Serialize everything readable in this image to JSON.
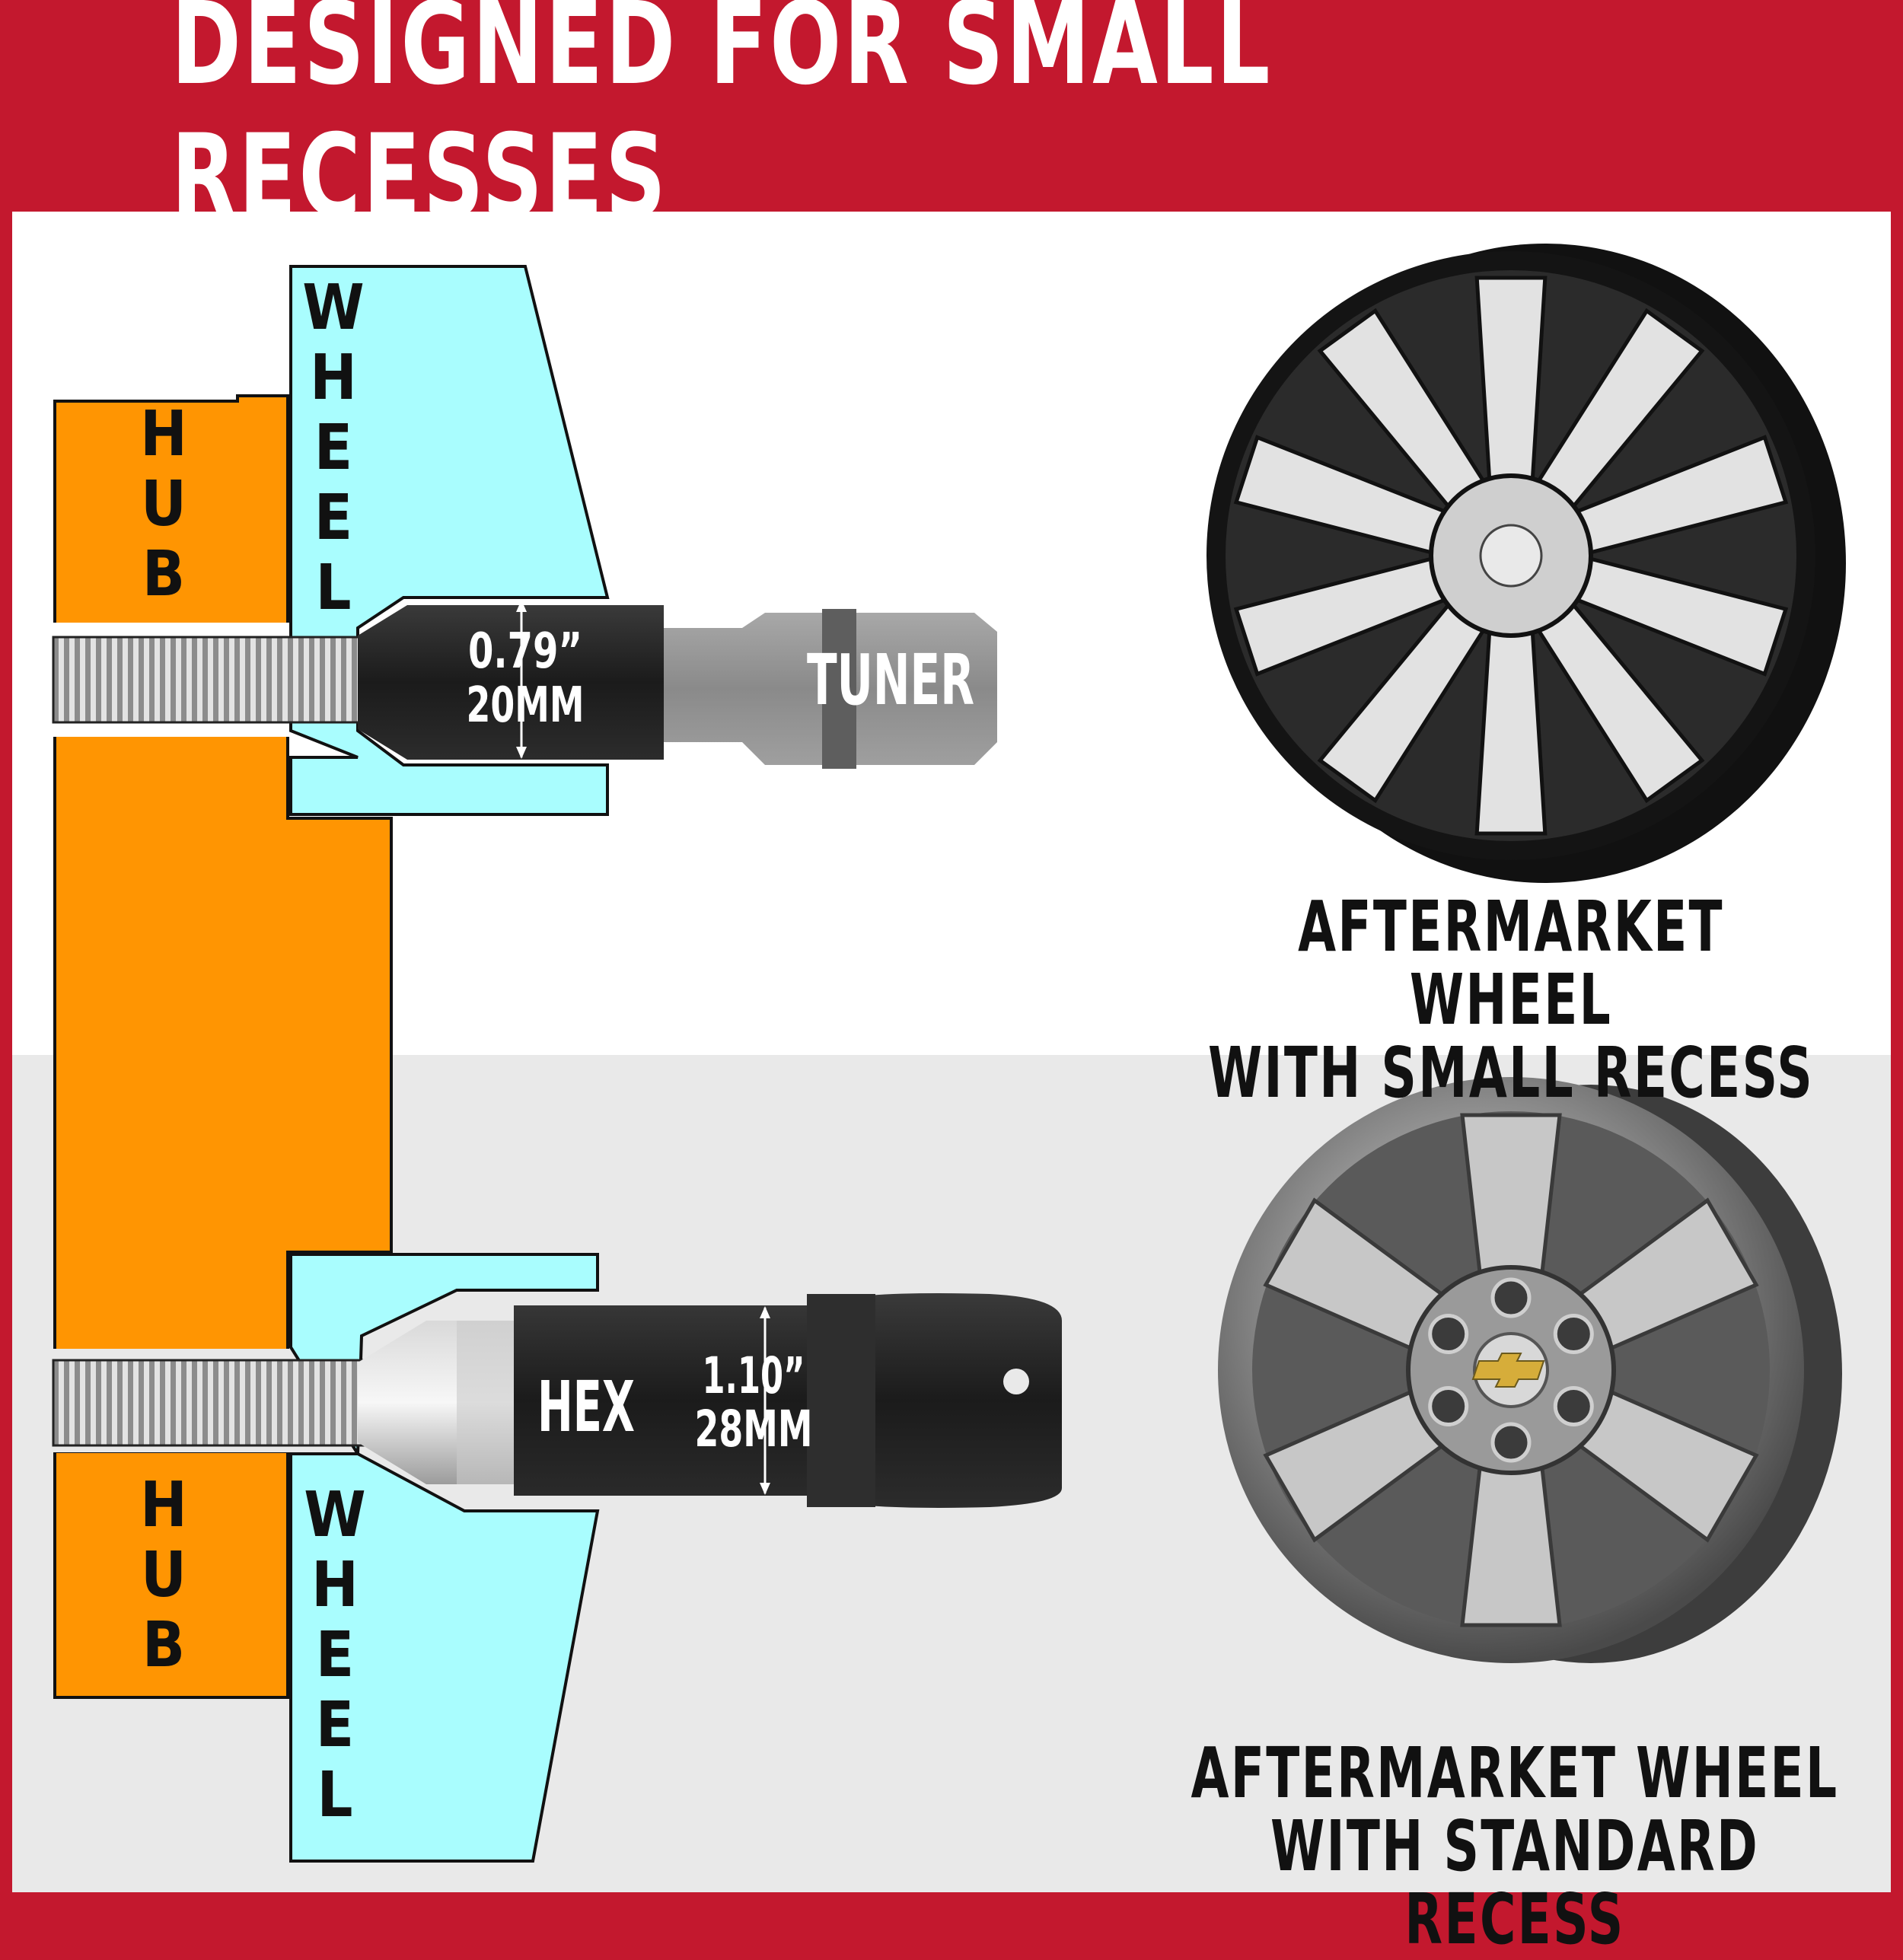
{
  "banner": {
    "title": "DESIGNED FOR SMALL RECESSES"
  },
  "top_diagram": {
    "hub_label": "HUB",
    "wheel_label": "WHEEL",
    "tool_label": "TUNER",
    "size_inch": "0.79”",
    "size_mm": "20MM"
  },
  "bottom_diagram": {
    "hub_label": "HUB",
    "wheel_label": "WHEEL",
    "tool_label": "HEX",
    "size_inch": "1.10”",
    "size_mm": "28MM"
  },
  "wheels": {
    "small_recess_caption_line1": "AFTERMARKET WHEEL",
    "small_recess_caption_line2": "WITH SMALL RECESS",
    "standard_recess_caption_line1": "AFTERMARKET WHEEL",
    "standard_recess_caption_line2": "WITH STANDARD RECESS"
  },
  "colors": {
    "banner": "#c3182e",
    "hub": "#ff9502",
    "wheel": "#a9fdfe",
    "socket": "#1a1a1a",
    "tuner": "#9a9a9a"
  }
}
